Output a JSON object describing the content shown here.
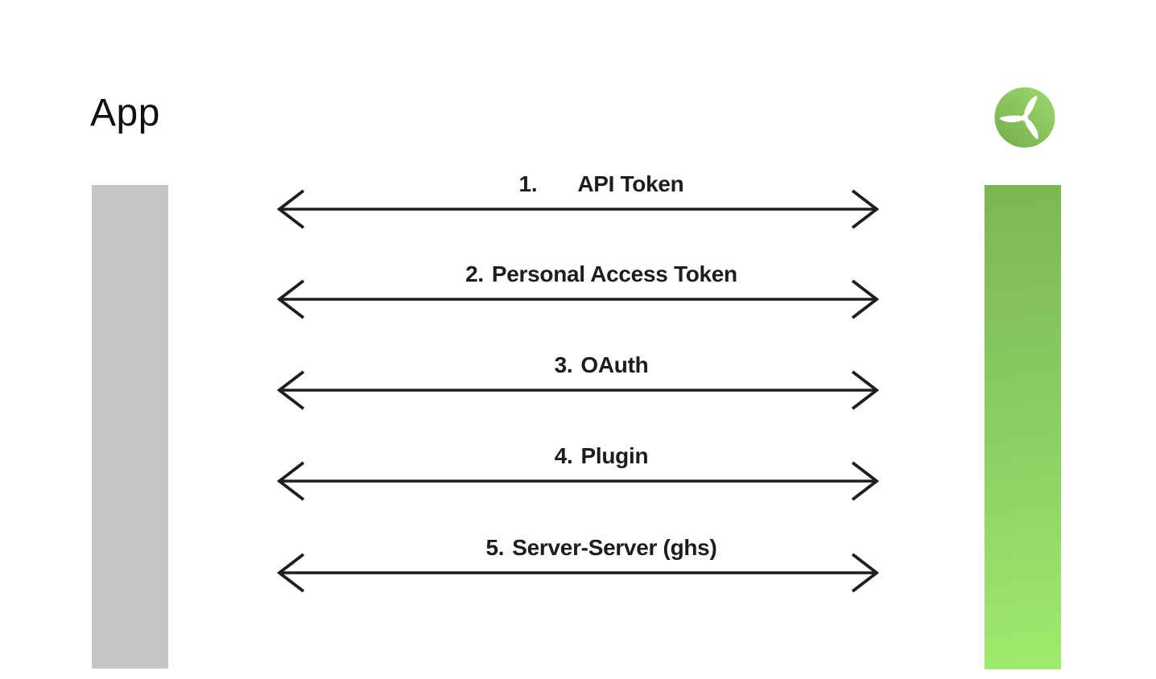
{
  "title": "App",
  "logo": {
    "icon": "propeller-icon"
  },
  "colors": {
    "text": "#1d1d1f",
    "arrow": "#1e1e1e",
    "app_bar": "#c5c5c6",
    "service_bar_top": "#7cb655",
    "service_bar_mid": "#8bcf63",
    "service_bar_bottom": "#a0ea6e",
    "logo_circle_from": "#79b24e",
    "logo_circle_to": "#9ad56b",
    "logo_blades": "#ffffff"
  },
  "connections": [
    {
      "number": "1.",
      "label": "API Token"
    },
    {
      "number": "2.",
      "label": "Personal Access Token"
    },
    {
      "number": "3.",
      "label": "OAuth"
    },
    {
      "number": "4.",
      "label": "Plugin"
    },
    {
      "number": "5.",
      "label": "Server-Server (ghs)"
    }
  ]
}
